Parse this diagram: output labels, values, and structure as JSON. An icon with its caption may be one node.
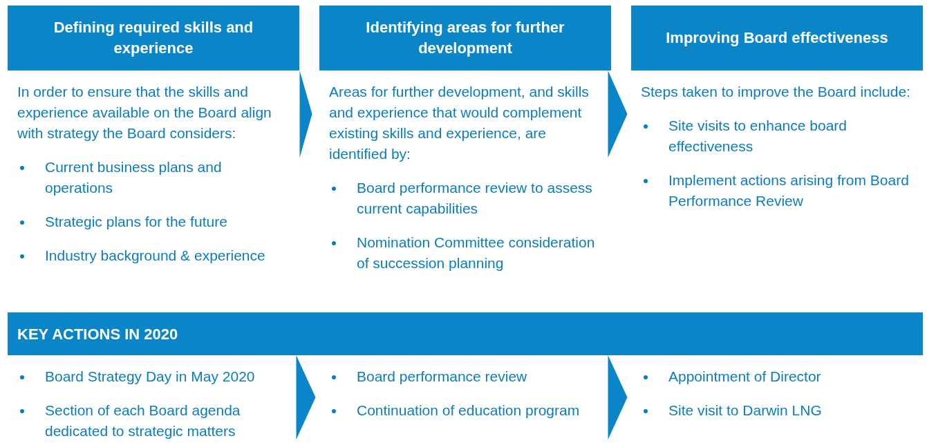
{
  "diagram": {
    "nodes": [
      {
        "text": [
          "Defining required skills and experience"
        ]
      },
      {
        "text": [
          "Identifying areas for further development"
        ]
      },
      {
        "text": [
          "Improving Board effectiveness"
        ]
      },
      {
        "text": [
          "In order to ensure that the skills and experience available on the Board align with strategy the Board considers:",
          "Current business plans and operations",
          "Strategic plans for the future",
          "Industry background & experience"
        ]
      },
      {
        "text": [
          "Areas for further development, and skills and experience that would complement existing skills and experience, are identified by:",
          "Board performance review to assess current capabilities",
          "Nomination Committee consideration of succession planning"
        ]
      },
      {
        "text": [
          "Steps taken to improve the Board include:",
          "Site visits to enhance board effectiveness",
          "Implement actions arising from Board Performance Review"
        ]
      },
      {
        "text": [
          "KEY ACTIONS IN 2020"
        ]
      },
      {
        "text": [
          "Board Strategy Day in May 2020",
          "Section of each Board agenda dedicated to strategic matters"
        ]
      },
      {
        "text": [
          "Board performance review",
          "Continuation of education program"
        ]
      },
      {
        "text": [
          "Appointment of Director",
          "Site visit to Darwin LNG"
        ]
      }
    ],
    "edges": [
      {
        "from": 3,
        "to": 4,
        "arrow": "to"
      },
      {
        "from": 4,
        "to": 5,
        "arrow": "to"
      },
      {
        "from": 7,
        "to": 8,
        "arrow": "to"
      },
      {
        "from": 8,
        "to": 9,
        "arrow": "to"
      }
    ]
  }
}
